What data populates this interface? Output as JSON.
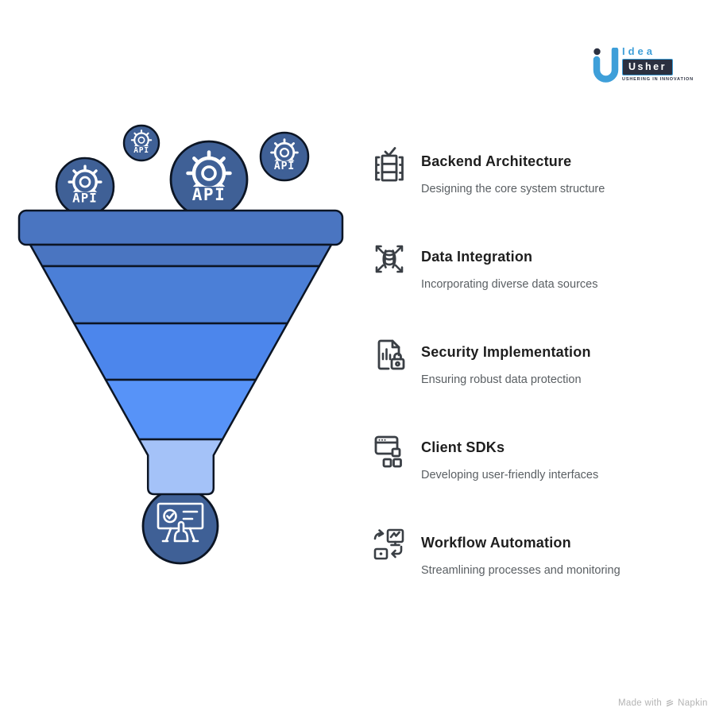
{
  "logo": {
    "brand_top": "Idea",
    "brand_bottom": "Usher",
    "tagline": "USHERING IN INNOVATION",
    "blue": "#3e9fd9",
    "navy": "#2b3040"
  },
  "funnel": {
    "api_label": "API",
    "circle_fill": "#3f6096",
    "outline": "#0c1524",
    "bands": [
      "#4a75c1",
      "#4b7fd7",
      "#4c86ec",
      "#5793f8",
      "#a4c2f8"
    ]
  },
  "features": [
    {
      "title": "Backend Architecture",
      "subtitle": "Designing the core system structure",
      "icon": "server-stack-check-icon"
    },
    {
      "title": "Data Integration",
      "subtitle": "Incorporating diverse data sources",
      "icon": "database-arrows-icon"
    },
    {
      "title": "Security Implementation",
      "subtitle": "Ensuring robust data protection",
      "icon": "document-lock-icon"
    },
    {
      "title": "Client SDKs",
      "subtitle": "Developing user-friendly interfaces",
      "icon": "window-widgets-icon"
    },
    {
      "title": "Workflow Automation",
      "subtitle": "Streamlining processes and monitoring",
      "icon": "automation-flow-icon"
    }
  ],
  "footer": {
    "made_with": "Made with",
    "brand": "Napkin"
  },
  "colors": {
    "background": "#ffffff",
    "title": "#1e1e1e",
    "subtitle": "#5a5f63",
    "icon": "#3a3f45"
  }
}
